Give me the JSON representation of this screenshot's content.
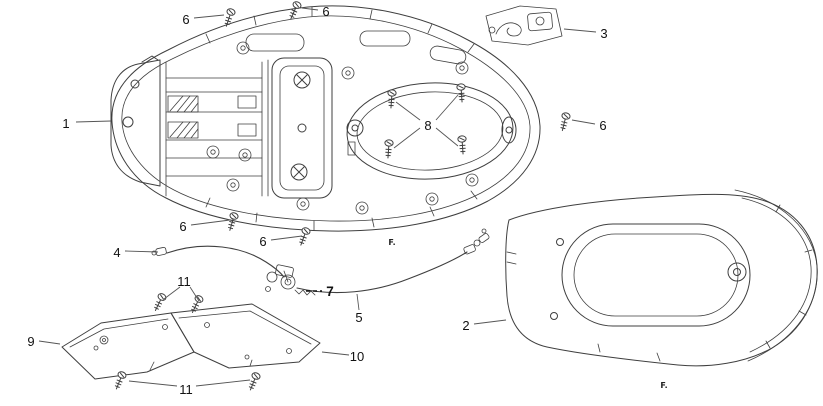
{
  "diagram": {
    "type": "parts-diagram",
    "colors": {
      "line": "#3f3f3f",
      "leader": "#555555",
      "label": "#111111",
      "background": "#ffffff"
    },
    "callouts": [
      {
        "label": "1"
      },
      {
        "label": "6"
      },
      {
        "label": "6"
      },
      {
        "label": "3"
      },
      {
        "label": "6"
      },
      {
        "label": "8"
      },
      {
        "label": "6"
      },
      {
        "label": "6"
      },
      {
        "label": "4"
      },
      {
        "label": "7"
      },
      {
        "label": "5"
      },
      {
        "label": "2"
      },
      {
        "label": "11"
      },
      {
        "label": "9"
      },
      {
        "label": "10"
      },
      {
        "label": "11"
      }
    ],
    "marks": [
      {
        "label": "F."
      },
      {
        "label": "F."
      }
    ]
  }
}
